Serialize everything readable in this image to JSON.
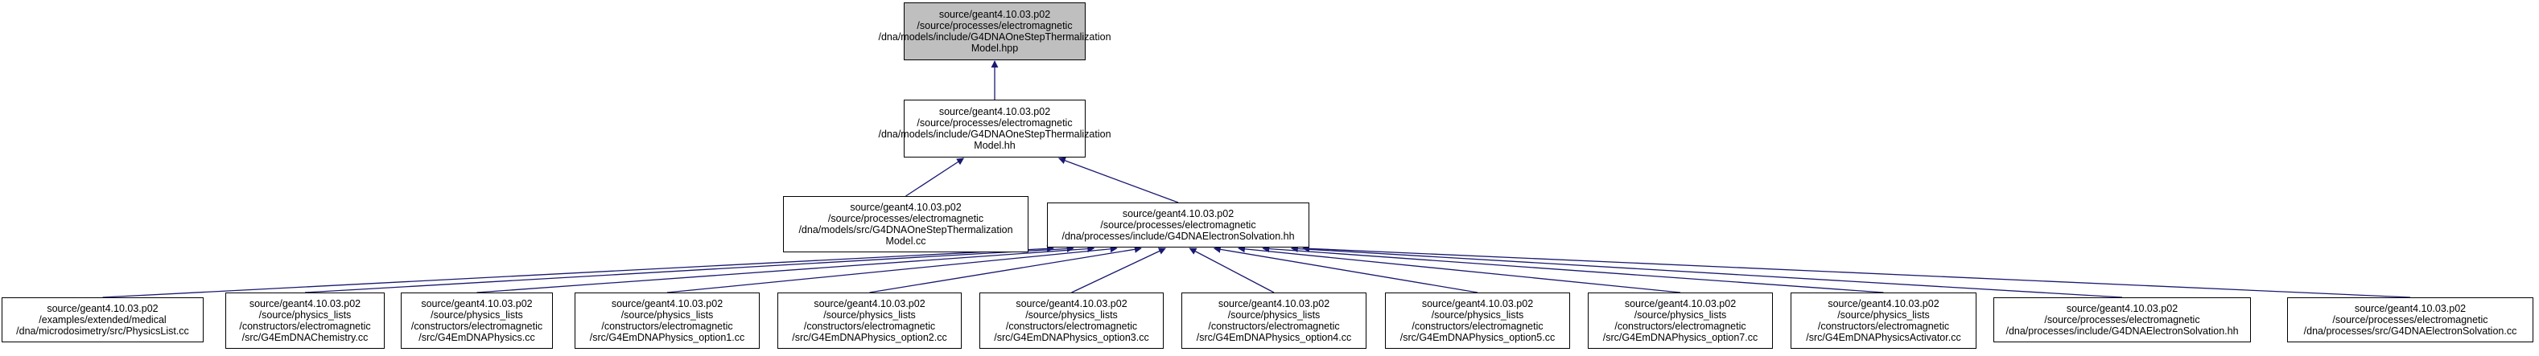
{
  "graph": {
    "edge_color": "#191970",
    "current_node_fill": "#bfbfbf",
    "nodes": [
      {
        "id": "hpp",
        "lines": [
          "source/geant4.10.03.p02",
          "/source/processes/electromagnetic",
          "/dna/models/include/G4DNAOneStepThermalization",
          "Model.hpp"
        ]
      },
      {
        "id": "hh",
        "lines": [
          "source/geant4.10.03.p02",
          "/source/processes/electromagnetic",
          "/dna/models/include/G4DNAOneStepThermalization",
          "Model.hh"
        ]
      },
      {
        "id": "cc",
        "lines": [
          "source/geant4.10.03.p02",
          "/source/processes/electromagnetic",
          "/dna/models/src/G4DNAOneStepThermalization",
          "Model.cc"
        ]
      },
      {
        "id": "solv",
        "lines": [
          "source/geant4.10.03.p02",
          "/source/processes/electromagnetic",
          "/dna/processes/include/G4DNAElectronSolvation.hh"
        ]
      },
      {
        "id": "b1",
        "lines": [
          "source/geant4.10.03.p02",
          "/examples/extended/medical",
          "/dna/microdosimetry/src/PhysicsList.cc"
        ]
      },
      {
        "id": "b2",
        "lines": [
          "source/geant4.10.03.p02",
          "/source/physics_lists",
          "/constructors/electromagnetic",
          "/src/G4EmDNAChemistry.cc"
        ]
      },
      {
        "id": "b3",
        "lines": [
          "source/geant4.10.03.p02",
          "/source/physics_lists",
          "/constructors/electromagnetic",
          "/src/G4EmDNAPhysics.cc"
        ]
      },
      {
        "id": "b4",
        "lines": [
          "source/geant4.10.03.p02",
          "/source/physics_lists",
          "/constructors/electromagnetic",
          "/src/G4EmDNAPhysics_option1.cc"
        ]
      },
      {
        "id": "b5",
        "lines": [
          "source/geant4.10.03.p02",
          "/source/physics_lists",
          "/constructors/electromagnetic",
          "/src/G4EmDNAPhysics_option2.cc"
        ]
      },
      {
        "id": "b6",
        "lines": [
          "source/geant4.10.03.p02",
          "/source/physics_lists",
          "/constructors/electromagnetic",
          "/src/G4EmDNAPhysics_option3.cc"
        ]
      },
      {
        "id": "b7",
        "lines": [
          "source/geant4.10.03.p02",
          "/source/physics_lists",
          "/constructors/electromagnetic",
          "/src/G4EmDNAPhysics_option4.cc"
        ]
      },
      {
        "id": "b8",
        "lines": [
          "source/geant4.10.03.p02",
          "/source/physics_lists",
          "/constructors/electromagnetic",
          "/src/G4EmDNAPhysics_option5.cc"
        ]
      },
      {
        "id": "b9",
        "lines": [
          "source/geant4.10.03.p02",
          "/source/physics_lists",
          "/constructors/electromagnetic",
          "/src/G4EmDNAPhysics_option7.cc"
        ]
      },
      {
        "id": "b10",
        "lines": [
          "source/geant4.10.03.p02",
          "/source/physics_lists",
          "/constructors/electromagnetic",
          "/src/G4EmDNAPhysicsActivator.cc"
        ]
      },
      {
        "id": "b11",
        "lines": [
          "source/geant4.10.03.p02",
          "/source/processes/electromagnetic",
          "/dna/processes/include/G4DNAElectronSolvation.hh"
        ]
      },
      {
        "id": "b12",
        "lines": [
          "source/geant4.10.03.p02",
          "/source/processes/electromagnetic",
          "/dna/processes/src/G4DNAElectronSolvation.cc"
        ]
      }
    ],
    "edges": [
      {
        "from": "hh",
        "to": "hpp"
      },
      {
        "from": "cc",
        "to": "hh"
      },
      {
        "from": "solv",
        "to": "hh"
      },
      {
        "from": "b1",
        "to": "solv"
      },
      {
        "from": "b2",
        "to": "solv"
      },
      {
        "from": "b3",
        "to": "solv"
      },
      {
        "from": "b4",
        "to": "solv"
      },
      {
        "from": "b5",
        "to": "solv"
      },
      {
        "from": "b6",
        "to": "solv"
      },
      {
        "from": "b7",
        "to": "solv"
      },
      {
        "from": "b8",
        "to": "solv"
      },
      {
        "from": "b9",
        "to": "solv"
      },
      {
        "from": "b10",
        "to": "solv"
      },
      {
        "from": "b11",
        "to": "solv"
      },
      {
        "from": "b12",
        "to": "solv"
      }
    ]
  }
}
